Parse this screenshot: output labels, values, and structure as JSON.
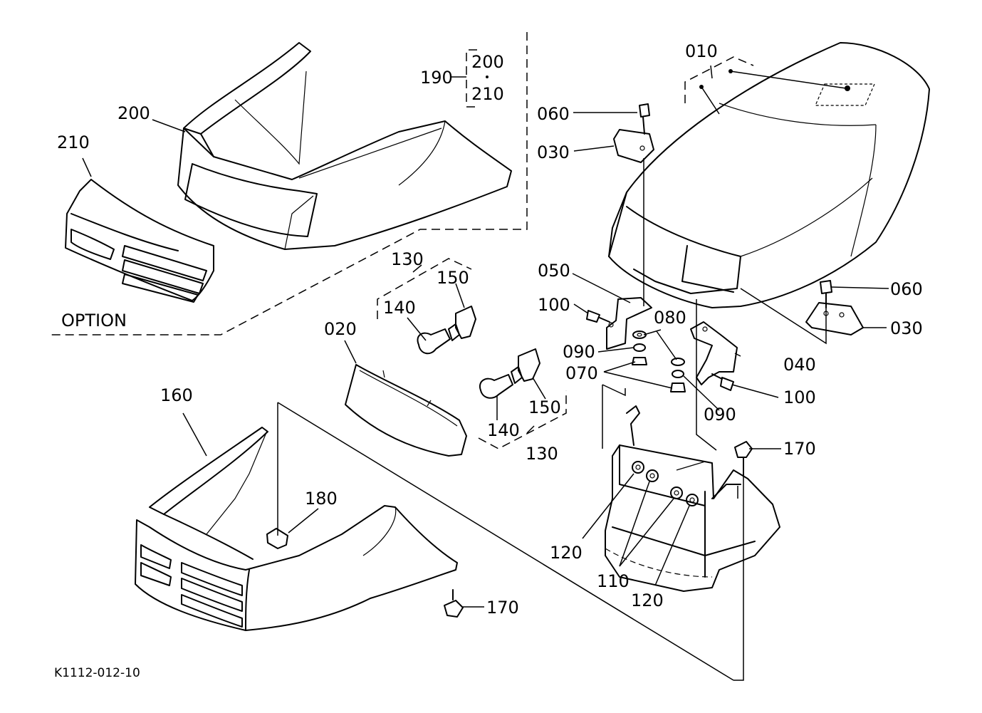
{
  "diagram": {
    "reference_code": "K1112-012-10",
    "option_label": "OPTION",
    "callouts": {
      "c010": "010",
      "c020": "020",
      "c030a": "030",
      "c030b": "030",
      "c040": "040",
      "c050": "050",
      "c060a": "060",
      "c060b": "060",
      "c070": "070",
      "c080": "080",
      "c090a": "090",
      "c090b": "090",
      "c100a": "100",
      "c100b": "100",
      "c110": "110",
      "c120a": "120",
      "c120b": "120",
      "c130a": "130",
      "c130b": "130",
      "c140a": "140",
      "c140b": "140",
      "c150a": "150",
      "c150b": "150",
      "c160": "160",
      "c170a": "170",
      "c170b": "170",
      "c180": "180",
      "c190": "190",
      "c200a": "200",
      "c200b": "200",
      "c210a": "210",
      "c210b": "210"
    }
  }
}
